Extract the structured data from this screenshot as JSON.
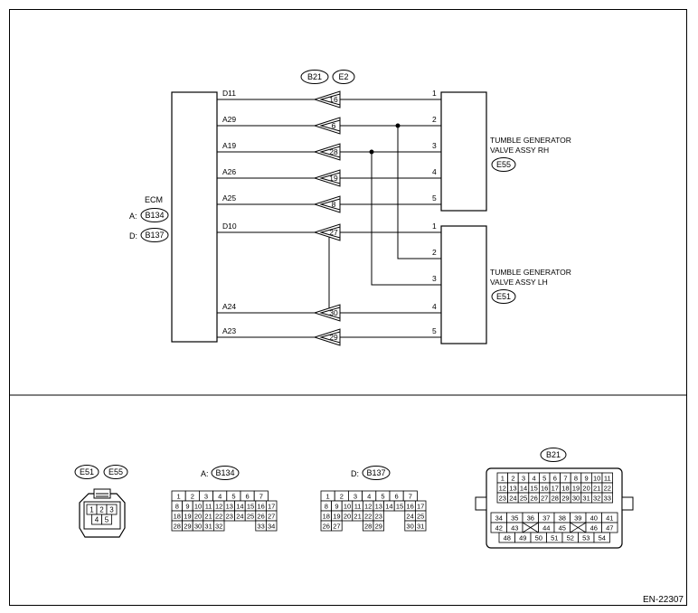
{
  "ecm": {
    "title": "ECM",
    "conn_a_prefix": "A:",
    "conn_a": "B134",
    "conn_d_prefix": "D:",
    "conn_d": "B137"
  },
  "top_connectors": [
    "B21",
    "E2"
  ],
  "rh_valve": {
    "line1": "TUMBLE GENERATOR",
    "line2": "VALVE ASSY RH",
    "connector": "E55"
  },
  "lh_valve": {
    "line1": "TUMBLE GENERATOR",
    "line2": "VALVE ASSY LH",
    "connector": "E51"
  },
  "wires": [
    {
      "ecm_pin": "D11",
      "inline_pin": "16",
      "valve_pin": "1"
    },
    {
      "ecm_pin": "A29",
      "inline_pin": "6",
      "valve_pin": "2"
    },
    {
      "ecm_pin": "A19",
      "inline_pin": "28",
      "valve_pin": "3"
    },
    {
      "ecm_pin": "A26",
      "inline_pin": "19",
      "valve_pin": "4"
    },
    {
      "ecm_pin": "A25",
      "inline_pin": "8",
      "valve_pin": "5"
    },
    {
      "ecm_pin": "D10",
      "inline_pin": "27",
      "valve_pin": "1"
    },
    {
      "ecm_pin": "",
      "inline_pin": "",
      "valve_pin": "2"
    },
    {
      "ecm_pin": "",
      "inline_pin": "",
      "valve_pin": "3"
    },
    {
      "ecm_pin": "A24",
      "inline_pin": "30",
      "valve_pin": "4"
    },
    {
      "ecm_pin": "A23",
      "inline_pin": "29",
      "valve_pin": "5"
    }
  ],
  "connectors_bottom": {
    "e51_e55": {
      "labels": [
        "E51",
        "E55"
      ],
      "pins_top": [
        "1",
        "2",
        "3"
      ],
      "pins_bottom": [
        "4",
        "5"
      ]
    },
    "b134": {
      "prefix": "A:",
      "label": "B134",
      "rows": [
        [
          "1",
          "2",
          "3",
          "4",
          "5",
          "6",
          "7"
        ],
        [
          "8",
          "9",
          "10",
          "11",
          "12",
          "13",
          "14",
          "15",
          "16",
          "17"
        ],
        [
          "18",
          "19",
          "20",
          "21",
          "22",
          "23",
          "24",
          "25",
          "26",
          "27"
        ],
        [
          "28",
          "29",
          "30",
          "31",
          "32",
          "",
          "",
          "",
          "33",
          "34"
        ]
      ]
    },
    "b137": {
      "prefix": "D:",
      "label": "B137",
      "rows": [
        [
          "1",
          "2",
          "3",
          "4",
          "5",
          "6",
          "7"
        ],
        [
          "8",
          "9",
          "10",
          "11",
          "12",
          "13",
          "14",
          "15",
          "16",
          "17"
        ],
        [
          "18",
          "19",
          "20",
          "21",
          "22",
          "23",
          "",
          "",
          "24",
          "25"
        ],
        [
          "26",
          "27",
          "",
          "",
          "28",
          "29",
          "",
          "",
          "30",
          "31"
        ]
      ]
    },
    "b21": {
      "label": "B21",
      "rows": [
        [
          "1",
          "2",
          "3",
          "4",
          "5",
          "6",
          "7",
          "8",
          "9",
          "10",
          "11"
        ],
        [
          "12",
          "13",
          "14",
          "15",
          "16",
          "17",
          "18",
          "19",
          "20",
          "21",
          "22"
        ],
        [
          "23",
          "24",
          "25",
          "26",
          "27",
          "28",
          "29",
          "30",
          "31",
          "32",
          "33"
        ],
        [
          "34",
          "35",
          "36",
          "37",
          "38",
          "39",
          "40",
          "41"
        ],
        [
          "42",
          "43",
          "X",
          "44",
          "45",
          "X",
          "46",
          "47"
        ],
        [
          "48",
          "49",
          "50",
          "51",
          "52",
          "53",
          "54"
        ]
      ]
    }
  },
  "doc_code": "EN-22307"
}
